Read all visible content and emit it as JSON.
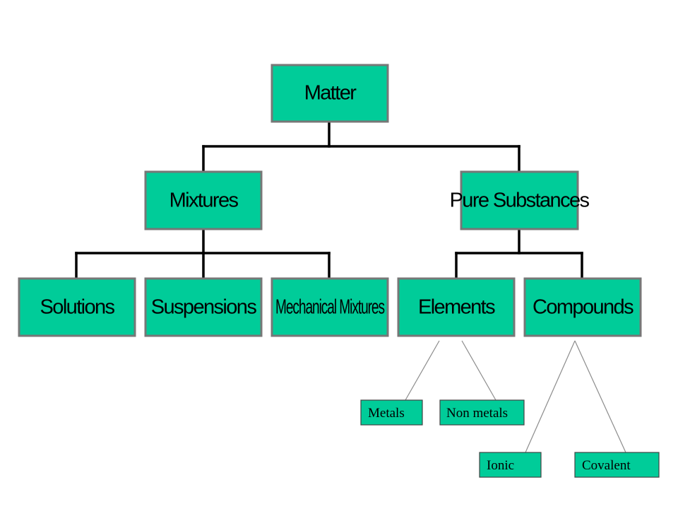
{
  "diagram": {
    "root": "Matter",
    "level1": {
      "left": "Mixtures",
      "right": "Pure Substances"
    },
    "mixtures_children": {
      "solutions": "Solutions",
      "suspensions": "Suspensions",
      "mechanical": "Mechanical Mixtures"
    },
    "pure_children": {
      "elements": "Elements",
      "compounds": "Compounds"
    },
    "elements_children": {
      "metals": "Metals",
      "non_metals": "Non metals"
    },
    "compounds_children": {
      "ionic": "Ionic",
      "covalent": "Covalent"
    },
    "colors": {
      "box_fill": "#00cc99",
      "box_border": "#777777",
      "connector": "#000000"
    }
  }
}
